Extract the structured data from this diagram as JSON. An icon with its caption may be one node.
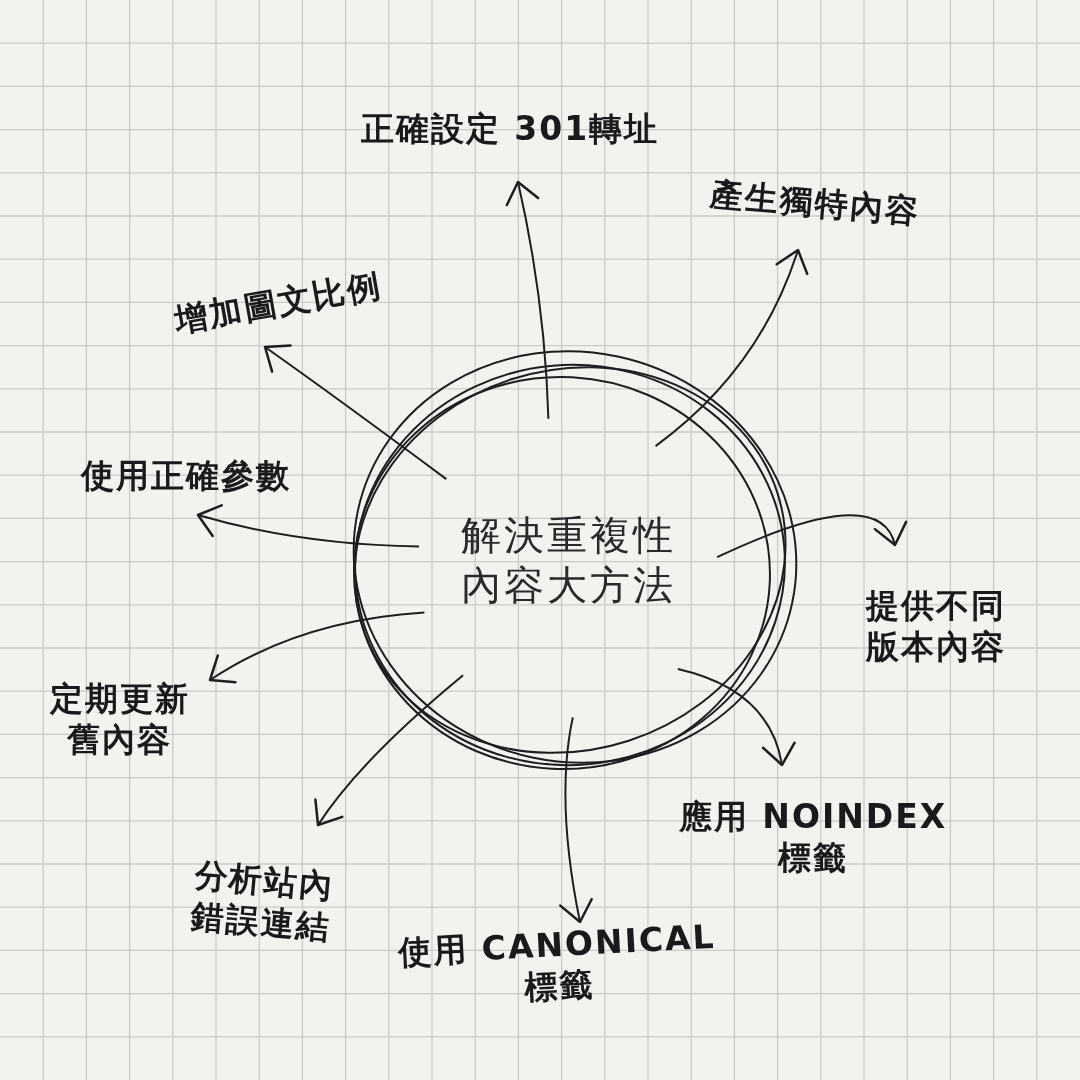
{
  "diagram": {
    "nodes": [
      {
        "text": [
          "解決重複性內容大方法"
        ]
      },
      {
        "text": [
          "正確設定 301轉址"
        ]
      },
      {
        "text": [
          "產生獨特內容"
        ]
      },
      {
        "text": [
          "增加圖文比例"
        ]
      },
      {
        "text": [
          "使用正確參數"
        ]
      },
      {
        "text": [
          "提供不同版本內容"
        ]
      },
      {
        "text": [
          "定期更新舊內容"
        ]
      },
      {
        "text": [
          "應用 NOINDEX標籤"
        ]
      },
      {
        "text": [
          "分析站內錯誤連結"
        ]
      },
      {
        "text": [
          "使用 CANONICAL標籤"
        ]
      }
    ],
    "edges": [
      {
        "from": 0,
        "to": 1,
        "arrow": "to"
      },
      {
        "from": 0,
        "to": 2,
        "arrow": "to"
      },
      {
        "from": 0,
        "to": 3,
        "arrow": "to"
      },
      {
        "from": 0,
        "to": 4,
        "arrow": "to"
      },
      {
        "from": 0,
        "to": 5,
        "arrow": "to"
      },
      {
        "from": 0,
        "to": 6,
        "arrow": "to"
      },
      {
        "from": 0,
        "to": 7,
        "arrow": "to"
      },
      {
        "from": 0,
        "to": 8,
        "arrow": "to"
      },
      {
        "from": 0,
        "to": 9,
        "arrow": "to"
      }
    ]
  }
}
